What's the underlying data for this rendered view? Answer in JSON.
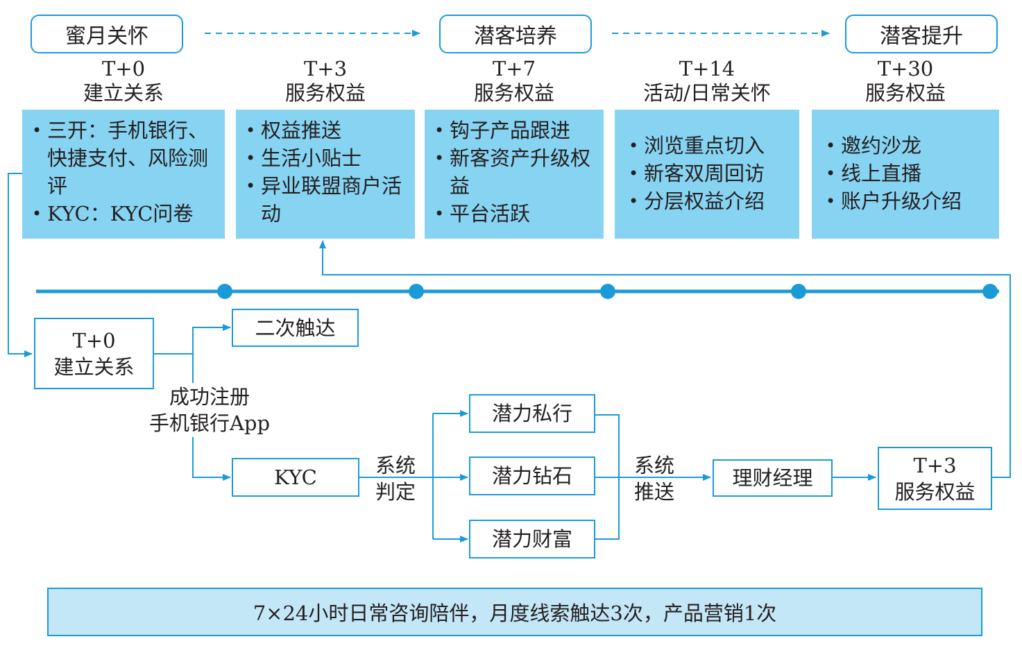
{
  "phases": [
    "蜜月关怀",
    "潜客培养",
    "潜客提升"
  ],
  "stages": [
    {
      "day": "T+0",
      "title": "建立关系",
      "items": [
        "三开：手机银行、快捷支付、风险测评",
        "KYC：KYC问卷"
      ]
    },
    {
      "day": "T+3",
      "title": "服务权益",
      "items": [
        "权益推送",
        "生活小贴士",
        "异业联盟商户活动"
      ]
    },
    {
      "day": "T+7",
      "title": "服务权益",
      "items": [
        "钩子产品跟进",
        "新客资产升级权益",
        "平台活跃"
      ]
    },
    {
      "day": "T+14",
      "title": "活动/日常关怀",
      "items": [
        "浏览重点切入",
        "新客双周回访",
        "分层权益介绍"
      ]
    },
    {
      "day": "T+30",
      "title": "服务权益",
      "items": [
        "邀约沙龙",
        "线上直播",
        "账户升级介绍"
      ]
    }
  ],
  "flow": {
    "start": {
      "day": "T+0",
      "title": "建立关系"
    },
    "second_touch": "二次触达",
    "register_label": [
      "成功注册",
      "手机银行App"
    ],
    "kyc": "KYC",
    "judge_label": [
      "系统",
      "判定"
    ],
    "tiers": [
      "潜力私行",
      "潜力钻石",
      "潜力财富"
    ],
    "push_label": [
      "系统",
      "推送"
    ],
    "manager": "理财经理",
    "end": {
      "day": "T+3",
      "title": "服务权益"
    }
  },
  "footer": "7×24小时日常咨询陪伴，月度线索触达3次，产品营销1次",
  "colors": {
    "line": "#1a9bd7",
    "panel": "#87d3f2",
    "footer": "#c3e7f7"
  }
}
